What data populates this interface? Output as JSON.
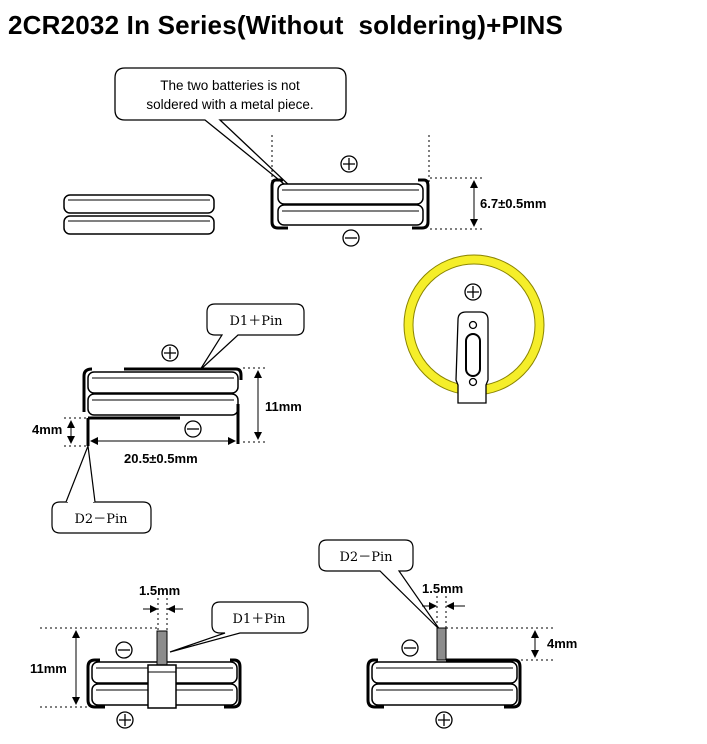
{
  "title": "2CR2032 In Series(Without  soldering)+PINS",
  "callouts": {
    "note_line1": "The two batteries is not",
    "note_line2": "soldered  with a metal piece.",
    "d1_pin_mid": "D1＋Pin",
    "d2_pin_mid": "D2－Pin",
    "d1_pin_bottom": "D1＋Pin",
    "d2_pin_bottom": "D2－Pin"
  },
  "dimensions": {
    "height_no_pins": "6.7±0.5mm",
    "height_with_pins": "11mm",
    "pin_offset": "4mm",
    "pin_spacing": "20.5±0.5mm",
    "pin_width_left": "1.5mm",
    "pin_height_left": "11mm",
    "pin_width_right": "1.5mm",
    "pin_height_right": "4mm"
  },
  "colors": {
    "ring": "#f5ee2a",
    "ring_outline": "#8a8400",
    "pin": "#8c8c8c",
    "line": "#000000"
  },
  "icons": {
    "positive": "plus-circle-icon",
    "negative": "minus-circle-icon"
  }
}
